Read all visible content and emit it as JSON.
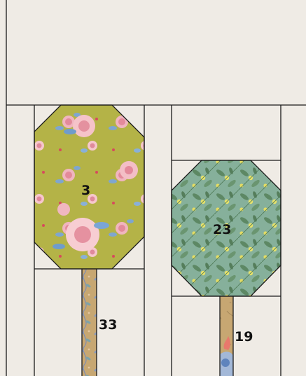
{
  "colors": {
    "background": "#efebe5",
    "seam": "#1a1a1a",
    "floral_green": "#b4b347",
    "floral_sage": "#86b09b",
    "stem_tan": "#c7a772"
  },
  "pieces": {
    "left_leaf": {
      "number": "3",
      "fabric": "green-rose-floral"
    },
    "left_stem": {
      "number": "33",
      "fabric": "tan-vine-print"
    },
    "right_leaf": {
      "number": "23",
      "fabric": "sage-leaf-yellow-flower"
    },
    "right_stem": {
      "number": "19",
      "fabric": "tan-floral-print"
    }
  }
}
